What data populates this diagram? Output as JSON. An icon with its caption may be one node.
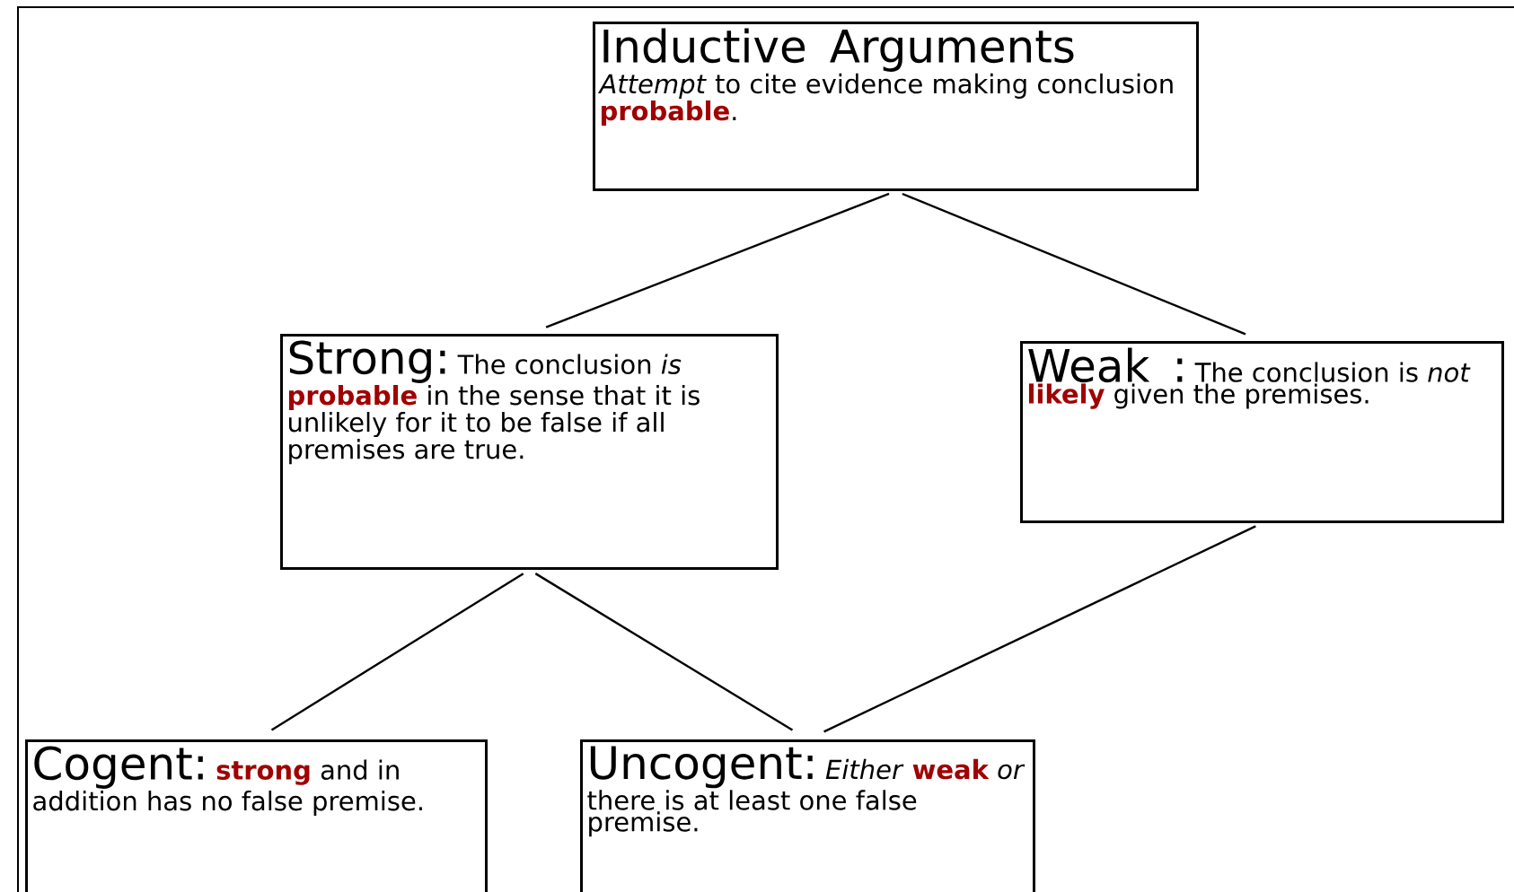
{
  "diagram": {
    "nodes": [
      {
        "text": [
          "Inductive Arguments",
          "*Attempt* to cite evidence making conclusion **probable**."
        ]
      },
      {
        "text": [
          "Strong:",
          "The conclusion *is* **probable** in the sense that it is unlikely for it to be false if all premises are true."
        ]
      },
      {
        "text": [
          "Weak :",
          "The conclusion is *not* **likely** given the premises."
        ]
      },
      {
        "text": [
          "Cogent:",
          "**strong** and in addition has no false premise."
        ]
      },
      {
        "text": [
          "Uncogent:",
          "*Either* **weak** *or* there is at least one false premise."
        ]
      }
    ],
    "edges": [
      {
        "from": 0,
        "to": 1,
        "arrow": "none"
      },
      {
        "from": 0,
        "to": 2,
        "arrow": "none"
      },
      {
        "from": 1,
        "to": 3,
        "arrow": "none"
      },
      {
        "from": 1,
        "to": 4,
        "arrow": "none"
      },
      {
        "from": 2,
        "to": 4,
        "arrow": "none"
      }
    ]
  }
}
